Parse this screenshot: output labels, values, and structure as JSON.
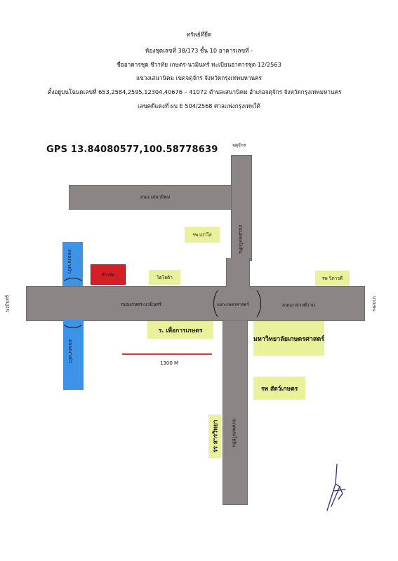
{
  "header": {
    "line1": "ทรัพย์ที่ยึด",
    "line2": "ห้องชุดเลขที่ 38/173  ชั้น 10 อาคารเลขที่ -",
    "line3": "ชื่ออาคารชุด ชีวาทัย เกษตร-นวมินทร์ ทะเบียนอาคารชุด 12/2563",
    "line4": "แขวงเสนานิคม เขตจตุจักร จังหวัดกรุงเทพมหานคร",
    "line5": "ตั้งอยู่บนโฉนดเลขที่ 653,2584,2595,12304,40676 – 41072 ตำบลเสนานิคม อำเภอจตุจักร จังหวัดกรุงเทพมหานคร",
    "line6": "เลขคดีแดงที่ ผบ E 504/2568 ศาลแพ่งกรุงเทพใต้"
  },
  "gps": "GPS 13.84080577,100.58778639",
  "map": {
    "dir_north": "จตุจักร",
    "dir_west": "นวมินทร์",
    "dir_east": "บางเขน",
    "road_senanikhom": "ถนน เสนานิคม",
    "road_phahonyothin_upper": "ถนนพหลโยธิน",
    "road_phahonyothin_lower": "ถนนพหลโยธิน",
    "road_kaset_nawamin": "ถนนเกษตร-นวมินทร์",
    "road_ngamwongwan": "ถนนงามวงศ์วาน",
    "intersection": "แยกเกษตรศาสตร์",
    "canal_upper": "คลองบางบัว",
    "canal_lower": "คลองบางบัว",
    "property": "ชีวาทัย",
    "toyota": "โตโยต้า",
    "hospital_paolo": "รพ เปาโล",
    "hospital_vibhavadi": "รพ วิภาวดี",
    "school_phuea_kan_kaset": "ร. เพื่อการเกษตร",
    "kasetsart_university": "มหาวิทยาลัยเกษตรศาสตร์",
    "animal_hospital": "รพ สัตว์เกษตร",
    "sarawittaya_school": "รร สารวิทยา",
    "distance": "1300 M"
  },
  "colors": {
    "road": "#8b8585",
    "canal": "#3c93e8",
    "landmark": "#e9f29a",
    "property": "#d51f26",
    "distance_line": "#d73a2a"
  }
}
